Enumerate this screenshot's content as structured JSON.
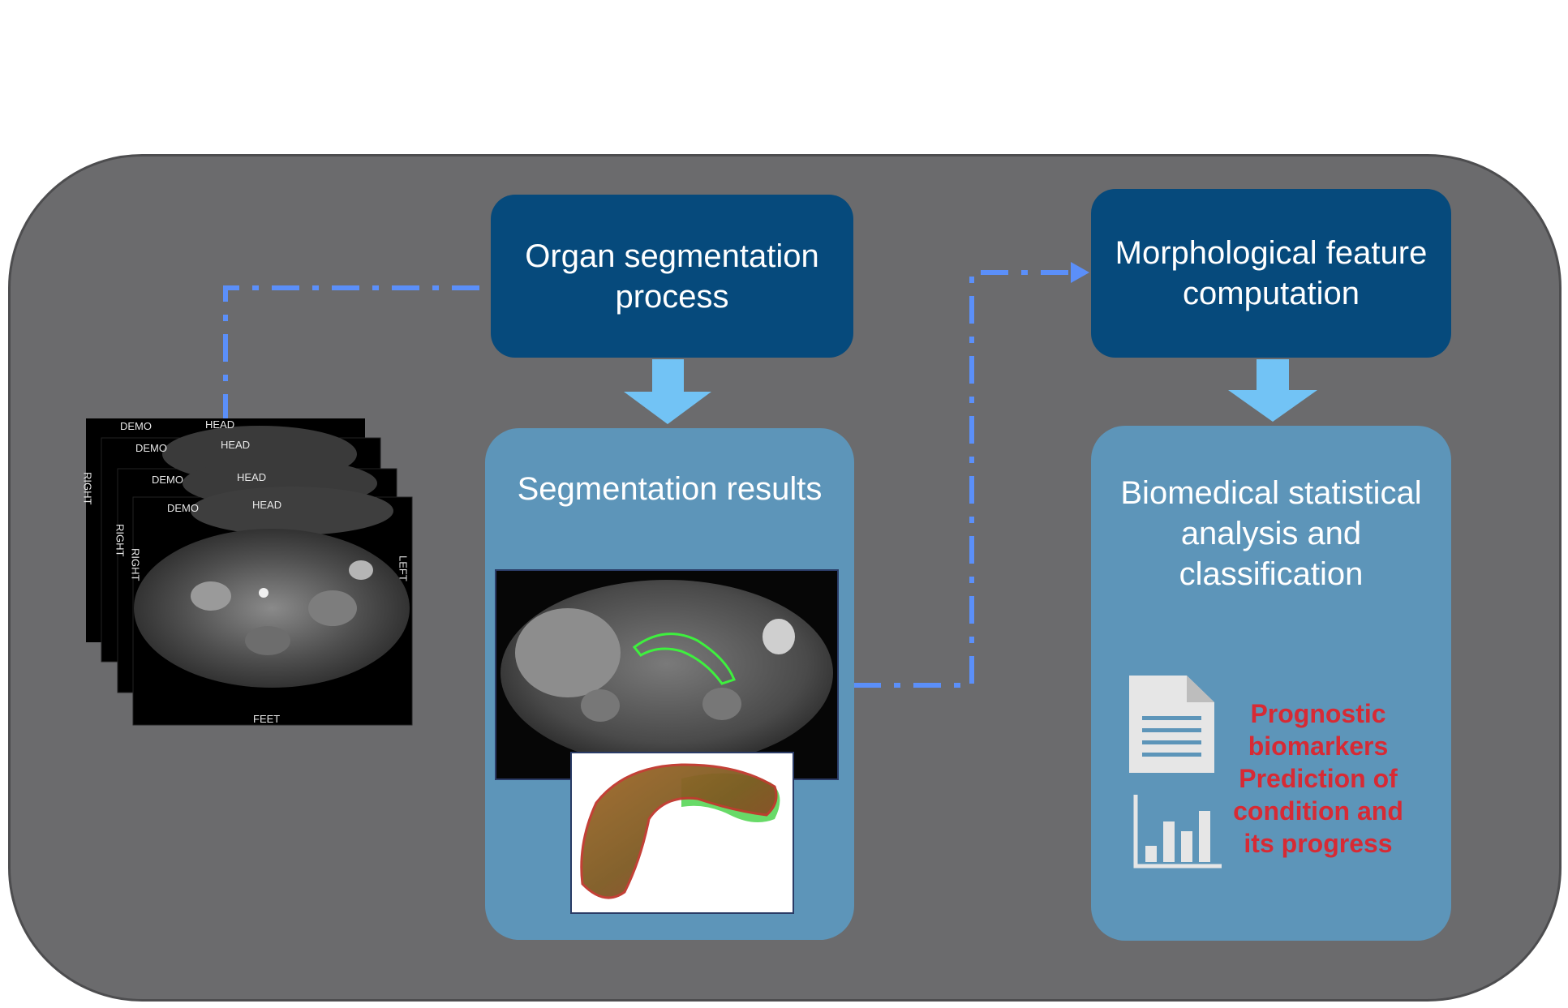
{
  "boxes": {
    "organ_segmentation": "Organ segmentation process",
    "morphological_feature": "Morphological feature computation",
    "segmentation_results": "Segmentation results",
    "biomedical_analysis": "Biomedical statistical analysis and classification"
  },
  "outputs": {
    "prognostic_biomarkers": "Prognostic biomarkers",
    "prediction": "Prediction of condition and its progress"
  },
  "mri_labels": {
    "head": "HEAD",
    "feet": "FEET",
    "right": "RIGHT",
    "left": "LEFT",
    "demo": "DEMO"
  },
  "icons": [
    "document-icon",
    "bar-chart-icon"
  ],
  "colors": {
    "panel": "#6b6b6d",
    "dark_box": "#064a7c",
    "light_box": "#5d95b9",
    "arrow": "#72c3f5",
    "dash": "#5b8ff9",
    "output_text": "#d72a34"
  }
}
